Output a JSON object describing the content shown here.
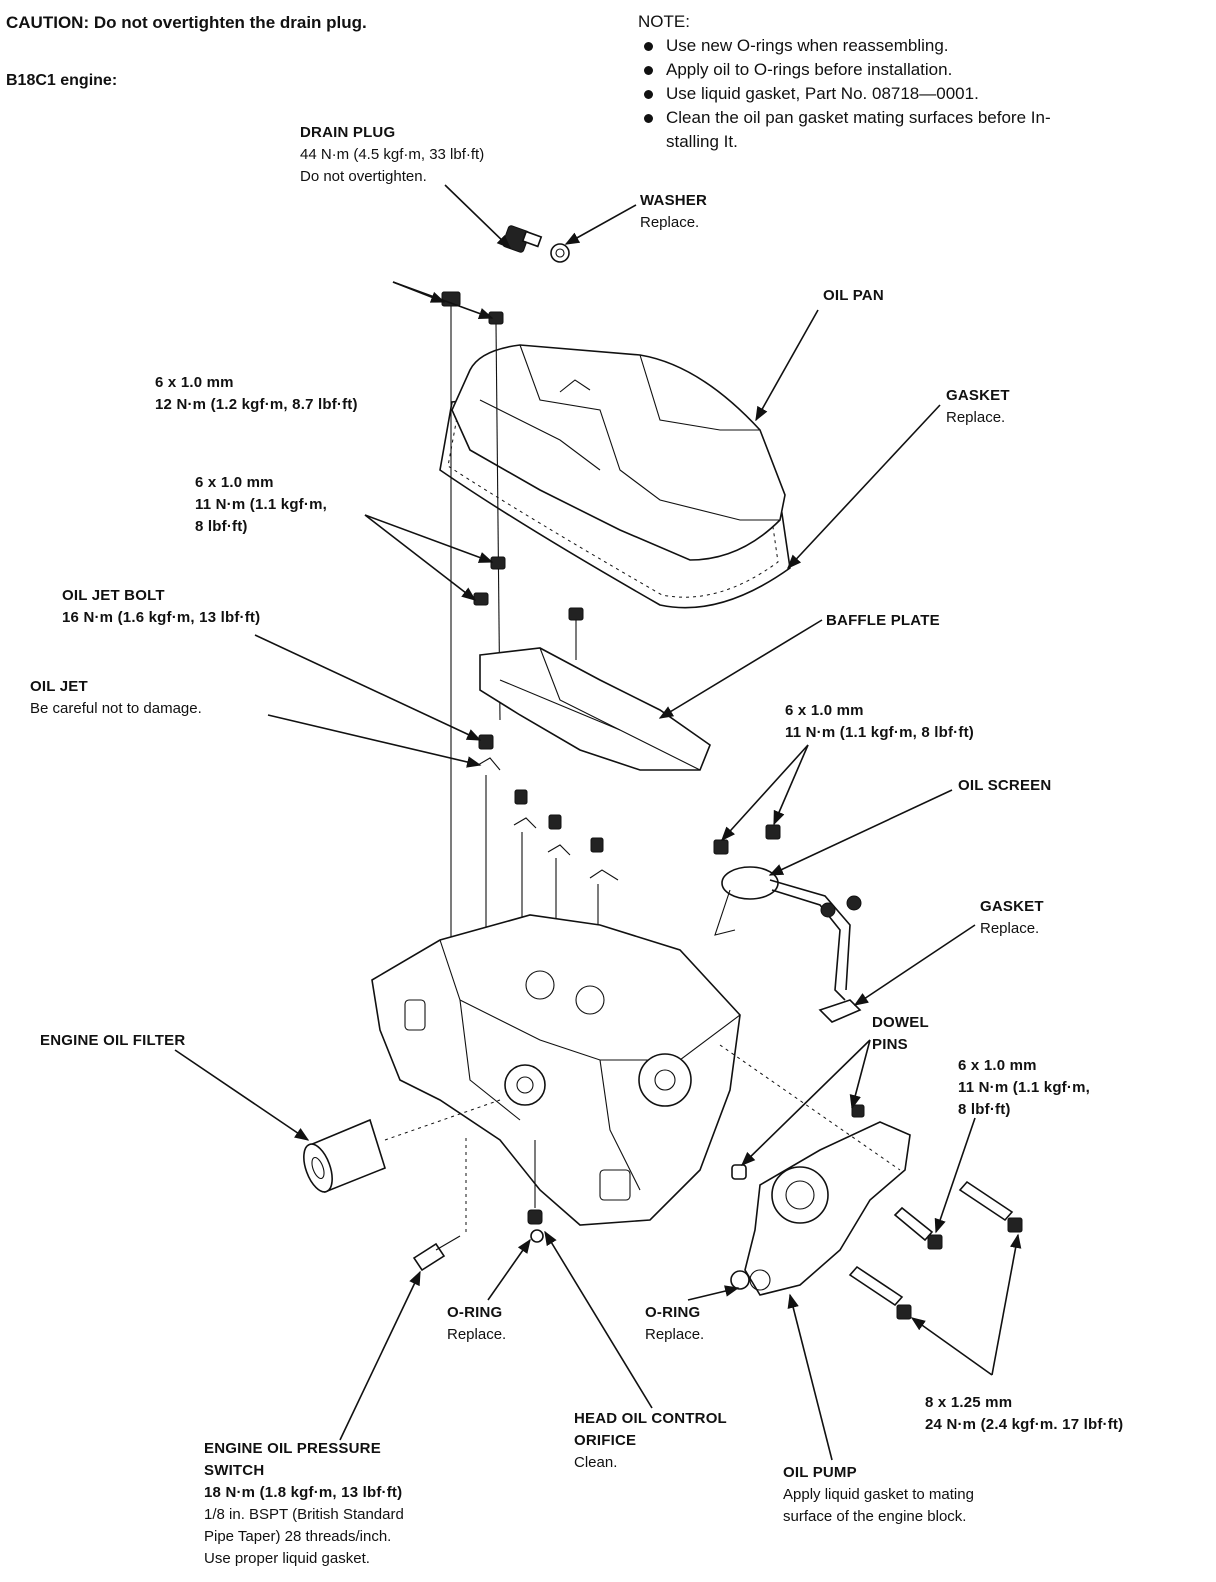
{
  "caution": "CAUTION:  Do not overtighten the drain plug.",
  "engine": "B18C1 engine:",
  "note": {
    "title": "NOTE:",
    "items": [
      "Use new O-rings when reassembling.",
      "Apply oil to O-rings before installation.",
      "Use liquid gasket, Part No. 08718—0001.",
      "Clean the oil pan gasket mating surfaces before In-",
      "stalling It."
    ]
  },
  "labels": {
    "drain_plug": {
      "title": "DRAIN PLUG",
      "lines": [
        "44 N·m (4.5 kgf·m, 33 lbf·ft)",
        "Do not overtighten."
      ]
    },
    "washer": {
      "title": "WASHER",
      "lines": [
        "Replace."
      ]
    },
    "oil_pan": {
      "title": "OIL PAN",
      "lines": []
    },
    "bolt_pan": {
      "title": "6 x 1.0 mm",
      "lines": [
        "12 N·m (1.2 kgf·m, 8.7 lbf·ft)"
      ]
    },
    "gasket_pan": {
      "title": "GASKET",
      "lines": [
        "Replace."
      ]
    },
    "bolt_baffle": {
      "title": "6 x 1.0 mm",
      "lines": [
        "11 N·m (1.1 kgf·m,",
        "8 lbf·ft)"
      ]
    },
    "oil_jet_bolt": {
      "title": "OIL JET BOLT",
      "lines": [
        "16 N·m (1.6 kgf·m, 13 lbf·ft)"
      ]
    },
    "baffle_plate": {
      "title": "BAFFLE PLATE",
      "lines": []
    },
    "oil_jet": {
      "title": "OIL JET",
      "lines": [
        "Be careful not to damage."
      ]
    },
    "bolt_screen": {
      "title": "6 x 1.0 mm",
      "lines": [
        "11 N·m (1.1 kgf·m, 8 lbf·ft)"
      ]
    },
    "oil_screen": {
      "title": "OIL SCREEN",
      "lines": []
    },
    "gasket_screen": {
      "title": "GASKET",
      "lines": [
        "Replace."
      ]
    },
    "dowel_pins": {
      "title": "DOWEL",
      "lines": [
        "PINS"
      ]
    },
    "engine_oil_filter": {
      "title": "ENGINE OIL FILTER",
      "lines": []
    },
    "bolt_pump": {
      "title": "6 x 1.0 mm",
      "lines": [
        "11 N·m (1.1 kgf·m,",
        "8 lbf·ft)"
      ]
    },
    "oring_left": {
      "title": "O-RING",
      "lines": [
        "Replace."
      ]
    },
    "oring_right": {
      "title": "O-RING",
      "lines": [
        "Replace."
      ]
    },
    "bolt_pump_large": {
      "title": "8 x 1.25 mm",
      "lines": [
        "24 N·m (2.4 kgf·m. 17 lbf·ft)"
      ]
    },
    "head_oil_orifice": {
      "title": "HEAD OIL CONTROL",
      "lines": [
        "ORIFICE",
        "Clean."
      ]
    },
    "oil_pressure_switch": {
      "title": "ENGINE OIL PRESSURE",
      "lines": [
        "SWITCH",
        "18 N·m (1.8 kgf·m, 13 lbf·ft)",
        "1/8 in. BSPT (British Standard",
        "Pipe Taper) 28 threads/inch.",
        "Use proper liquid gasket."
      ]
    },
    "oil_pump": {
      "title": "OIL PUMP",
      "lines": [
        "Apply liquid gasket to mating",
        "surface of the engine block."
      ]
    }
  }
}
